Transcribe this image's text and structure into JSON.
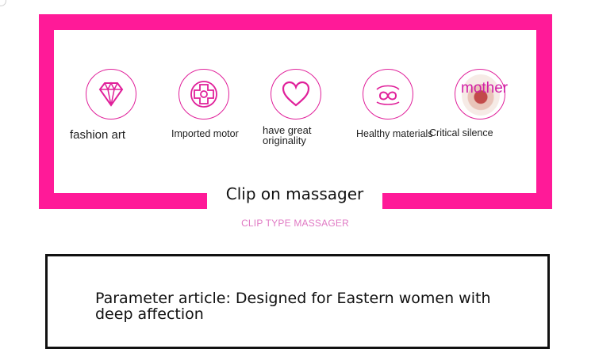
{
  "features": [
    {
      "label": "fashion art",
      "icon": "diamond-icon"
    },
    {
      "label": "Imported motor",
      "icon": "motor-icon"
    },
    {
      "label": "have great originality",
      "icon": "heart-icon"
    },
    {
      "label": "Healthy materials",
      "icon": "materials-icon"
    },
    {
      "label": "Critical silence",
      "icon": "photo-icon"
    }
  ],
  "overlay_word": "mother",
  "title": "Clip on massager",
  "subtitle": "CLIP TYPE MASSAGER",
  "parameter_text": "Parameter article: Designed for Eastern women with deep affection",
  "colors": {
    "accent": "#ff1a98",
    "icon_stroke": "#e0209a",
    "subtitle": "#e07ac4"
  }
}
